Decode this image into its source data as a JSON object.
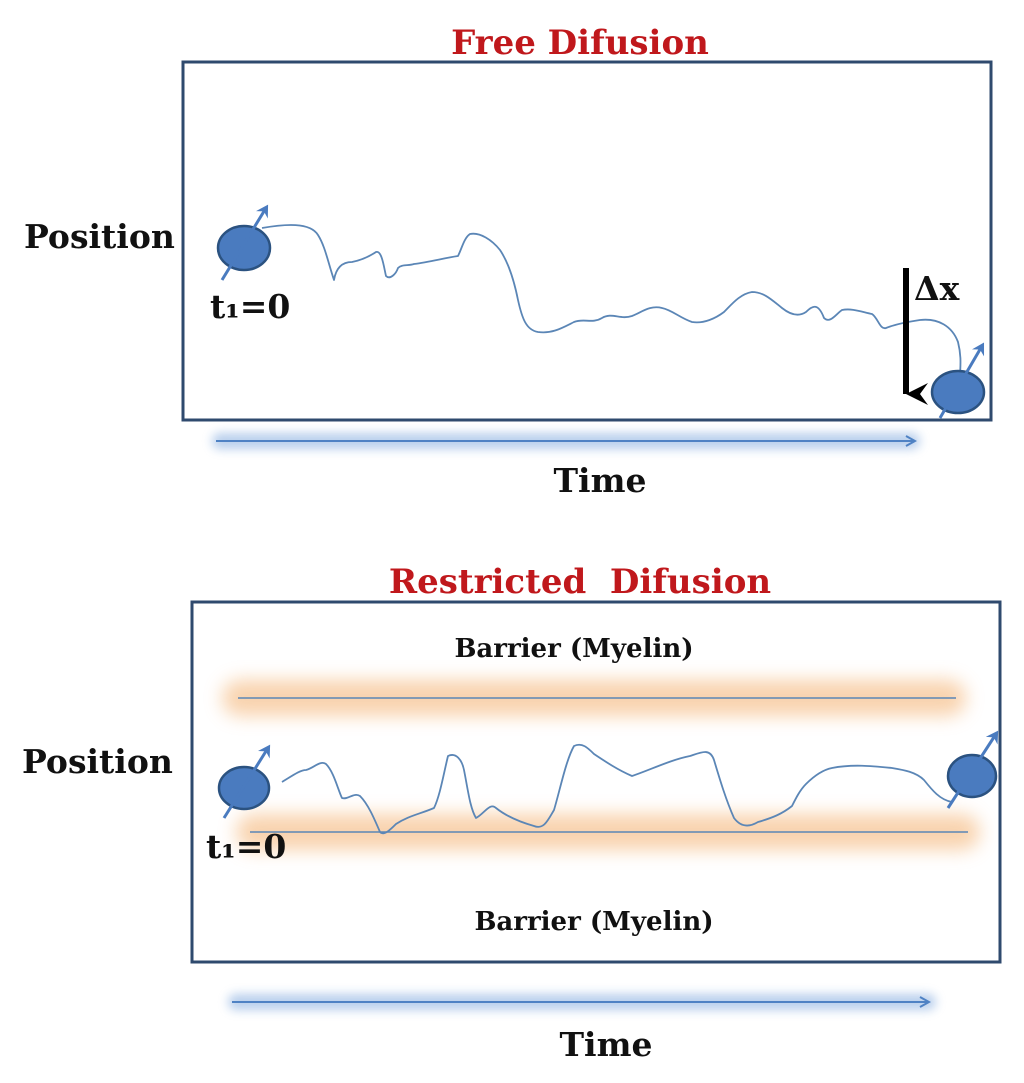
{
  "free_panel": {
    "title": "Free Difusion",
    "position_label": "Position",
    "start_label": "t₁=0",
    "displacement_label": "Δx",
    "time_label": "Time"
  },
  "restricted_panel": {
    "title": "Restricted  Difusion",
    "position_label": "Position",
    "start_label": "t₁=0",
    "barrier_top_label": "Barrier (Myelin)",
    "barrier_bottom_label": "Barrier (Myelin)",
    "time_label": "Time"
  },
  "colors": {
    "title": "#c0181c",
    "panel_border": "#2f4a6e",
    "particle": "#4a7bbf",
    "trajectory": "#5b86b6",
    "time_arrow": "#7fa7dd",
    "barrier_glow": "#f7c89a"
  }
}
